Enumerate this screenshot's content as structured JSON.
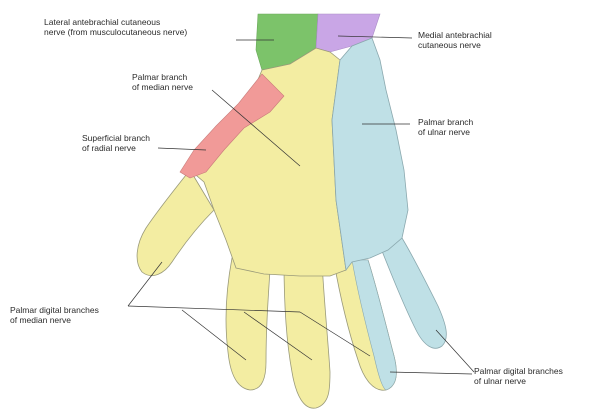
{
  "labels": {
    "lateral_antebrachial": {
      "line1": "Lateral antebrachial cutaneous",
      "line2": "nerve (from musculocutaneous nerve)"
    },
    "medial_antebrachial": {
      "line1": "Medial antebrachial",
      "line2": "cutaneous nerve"
    },
    "palmar_branch_median": {
      "line1": "Palmar branch",
      "line2": "of median nerve"
    },
    "superficial_branch_radial": {
      "line1": "Superficial branch",
      "line2": "of radial nerve"
    },
    "palmar_branch_ulnar": {
      "line1": "Palmar branch",
      "line2": "of ulnar nerve"
    },
    "palmar_digital_median": {
      "line1": "Palmar digital branches",
      "line2": "of median nerve"
    },
    "palmar_digital_ulnar": {
      "line1": "Palmar digital branches",
      "line2": "of ulnar nerve"
    }
  },
  "colors": {
    "median_region": "#f3eda2",
    "ulnar_region": "#bfe0e6",
    "radial_region": "#f19a98",
    "lateral_antebrachial_region": "#7cc36a",
    "medial_antebrachial_region": "#c9a6e6",
    "outline": "#9a9a7a",
    "leader_line": "#333333"
  }
}
